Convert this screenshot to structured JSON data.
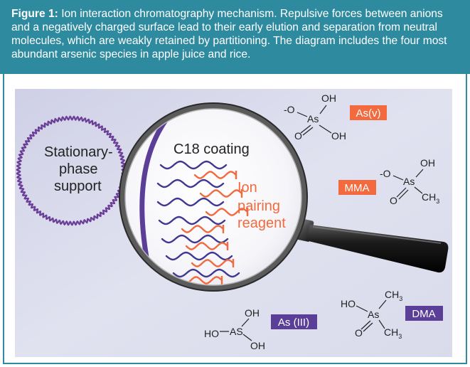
{
  "caption": {
    "label": "Figure 1:",
    "text": " Ion interaction chromatography mechanism. Repulsive forces between anions and a negatively charged surface lead to their early elution and separation from neutral molecules, which are weakly retained by partitioning. The diagram includes the four most abundant arsenic species in apple juice and rice."
  },
  "support_label": [
    "Stationary-",
    "phase",
    "support"
  ],
  "coating_label": "C18 coating",
  "reagent_label": [
    "Ion",
    "pairing",
    "reagent"
  ],
  "species": {
    "asv": {
      "badge": "As(v)",
      "atoms": {
        "oh_top": "OH",
        "o_minus": "-O",
        "as": "As",
        "o_double": "O",
        "oh_bottom": "OH"
      }
    },
    "mma": {
      "badge": "MMA",
      "atoms": {
        "oh_top": "OH",
        "o_minus": "-O",
        "as": "As",
        "o_double": "O",
        "ch3": "CH",
        "ch3_sub": "3"
      }
    },
    "dma": {
      "badge": "DMA",
      "atoms": {
        "ch3_top": "CH",
        "ch3_top_sub": "3",
        "ho": "HO",
        "as": "As",
        "o_double": "O",
        "ch3_bottom": "CH",
        "ch3_bottom_sub": "3"
      }
    },
    "asiii": {
      "badge": "As (III)",
      "atoms": {
        "oh_top": "OH",
        "ho": "HO",
        "as": "AS",
        "oh_bottom": "OH"
      }
    }
  },
  "colors": {
    "caption_bg": "#2e8a9f",
    "badge_orange": "#f26a3d",
    "badge_purple": "#5b3e97",
    "chain_purple": "#3f3791",
    "chain_orange": "#f26a3d",
    "ring_purple": "#6a3e97"
  }
}
